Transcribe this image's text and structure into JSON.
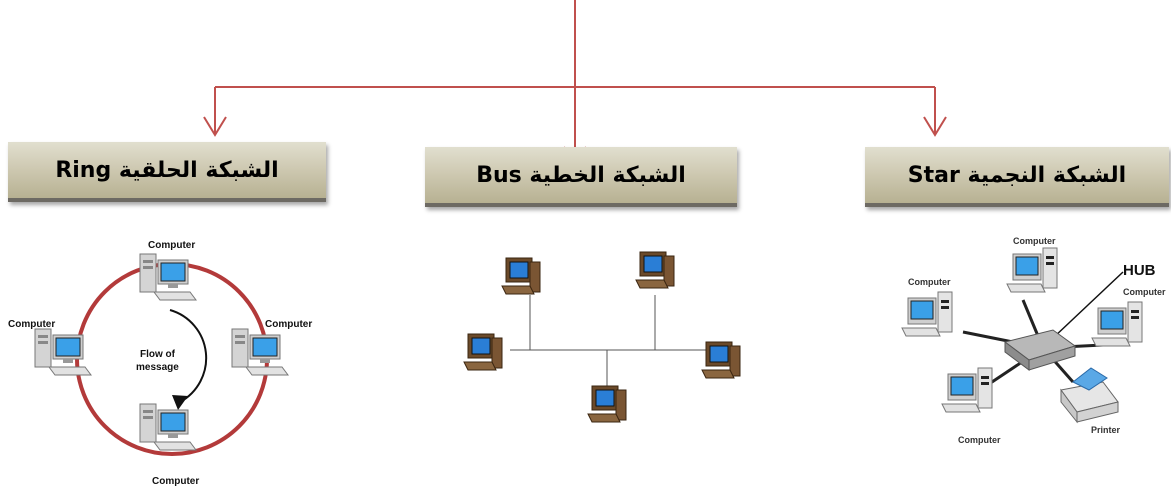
{
  "colors": {
    "connector": "#c0504d",
    "box_top": "#e1dfcf",
    "box_bottom": "#b7b192",
    "ring": "#b33a3a"
  },
  "boxes": {
    "ring": "الشبكة الحلقية Ring",
    "bus": "الشبكة الخطية Bus",
    "star": "الشبكة النجمية Star"
  },
  "ring_diagram": {
    "label_top": "Computer",
    "label_left": "Computer",
    "label_right": "Computer",
    "label_bottom": "Computer",
    "flow_line1": "Flow of",
    "flow_line2": "message"
  },
  "star_diagram": {
    "hub_label": "HUB",
    "label_top": "Computer",
    "label_left": "Computer",
    "label_right": "Computer",
    "label_bottom": "Computer",
    "printer_label": "Printer"
  }
}
